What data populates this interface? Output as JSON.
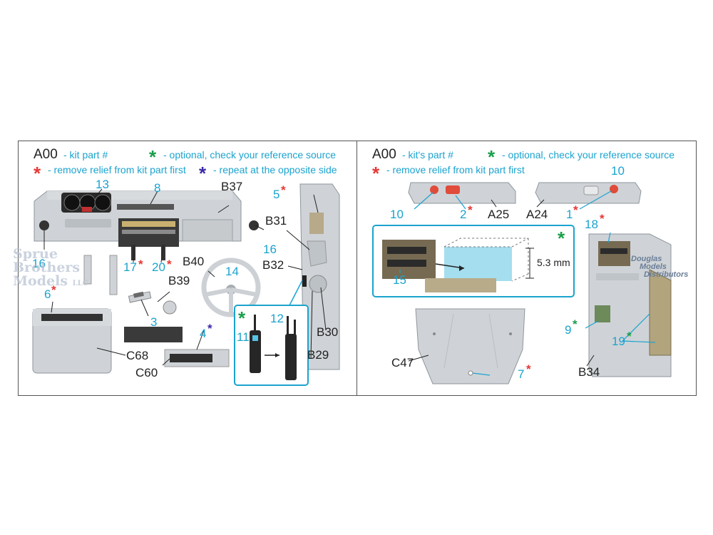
{
  "left": {
    "legend": {
      "code": "A00",
      "kit_part": "- kit part #",
      "optional": "- optional, check your reference source",
      "remove_relief": "- remove relief from kit part first",
      "repeat": "- repeat at the opposite side"
    },
    "labels": {
      "n13": "13",
      "n8": "8",
      "B37": "B37",
      "n5": "5",
      "B31": "B31",
      "n16a": "16",
      "n16b": "16",
      "n17": "17",
      "n20": "20",
      "B40": "B40",
      "n14": "14",
      "B32": "B32",
      "n6": "6",
      "B39": "B39",
      "n3": "3",
      "n4": "4",
      "C68": "C68",
      "C60": "C60",
      "B30": "B30",
      "B29": "B29",
      "n11": "11",
      "n12": "12"
    }
  },
  "right": {
    "legend": {
      "code": "A00",
      "kit_part": "- kit's part #",
      "optional": "- optional, check your reference source",
      "remove_relief": "- remove relief from kit part first"
    },
    "labels": {
      "n10a": "10",
      "n10b": "10",
      "n2": "2",
      "A25": "A25",
      "A24": "A24",
      "n1": "1",
      "n18": "18",
      "n15": "15",
      "dim": "5.3 mm",
      "n9": "9",
      "n19": "19",
      "C47": "C47",
      "n7": "7",
      "B34": "B34"
    }
  },
  "watermarks": {
    "sprue": [
      "Sprue",
      "Brothers",
      "Models",
      "LLC"
    ],
    "douglas": [
      "Douglas",
      "Models",
      "Distributors"
    ]
  },
  "colors": {
    "accent_cyan": "#1ba3cf",
    "star_green": "#1a9e4a",
    "star_red": "#e53935",
    "star_blue": "#3a2aa8",
    "resin_gray": "#cfd3d7"
  },
  "icons": {
    "optional": "green-asterisk",
    "remove_relief": "red-asterisk",
    "repeat": "blue-asterisk"
  }
}
